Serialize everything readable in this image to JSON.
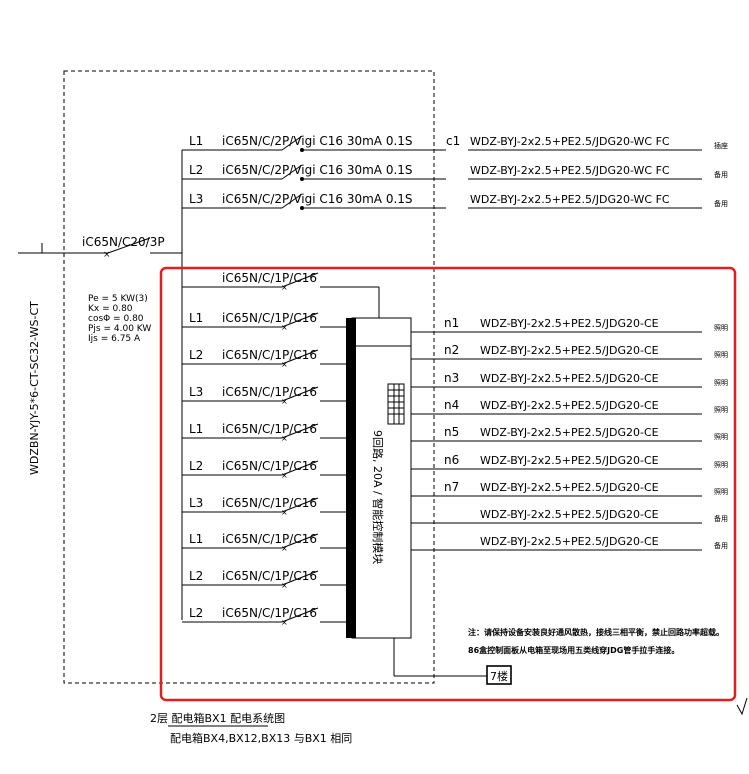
{
  "feeder": {
    "cable": "WDZBN-YJY-5*6-CT-SC32-WS-CT",
    "main_breaker": "iC65N/C20/3P",
    "calc": [
      "Pe = 5 KW(3)",
      "Kx = 0.80",
      "cosΦ = 0.80",
      "Pjs = 4.00 KW",
      "Ijs = 6.75 A"
    ]
  },
  "top_circuits": [
    {
      "phase": "L1",
      "breaker": "iC65N/C/2P/Vigi C16 30mA 0.1S",
      "id": "c1",
      "cable": "WDZ-BYJ-2x2.5+PE2.5/JDG20-WC FC",
      "load": "插座"
    },
    {
      "phase": "L2",
      "breaker": "iC65N/C/2P/Vigi C16 30mA 0.1S",
      "id": "",
      "cable": "WDZ-BYJ-2x2.5+PE2.5/JDG20-WC FC",
      "load": "备用"
    },
    {
      "phase": "L3",
      "breaker": "iC65N/C/2P/Vigi C16 30mA 0.1S",
      "id": "",
      "cable": "WDZ-BYJ-2x2.5+PE2.5/JDG20-WC FC",
      "load": "备用"
    }
  ],
  "bus_breakers": [
    {
      "phase": "",
      "label": "iC65N/C/1P/C16"
    },
    {
      "phase": "L1",
      "label": "iC65N/C/1P/C16"
    },
    {
      "phase": "L2",
      "label": "iC65N/C/1P/C16"
    },
    {
      "phase": "L3",
      "label": "iC65N/C/1P/C16"
    },
    {
      "phase": "L1",
      "label": "iC65N/C/1P/C16"
    },
    {
      "phase": "L2",
      "label": "iC65N/C/1P/C16"
    },
    {
      "phase": "L3",
      "label": "iC65N/C/1P/C16"
    },
    {
      "phase": "L1",
      "label": "iC65N/C/1P/C16"
    },
    {
      "phase": "L2",
      "label": "iC65N/C/1P/C16"
    },
    {
      "phase": "L2",
      "label": "iC65N/C/1P/C16"
    }
  ],
  "module_label": "9回路, 20A / 智能控制模块",
  "out_circuits": [
    {
      "id": "n1",
      "cable": "WDZ-BYJ-2x2.5+PE2.5/JDG20-CE",
      "load": "照明"
    },
    {
      "id": "n2",
      "cable": "WDZ-BYJ-2x2.5+PE2.5/JDG20-CE",
      "load": "照明"
    },
    {
      "id": "n3",
      "cable": "WDZ-BYJ-2x2.5+PE2.5/JDG20-CE",
      "load": "照明"
    },
    {
      "id": "n4",
      "cable": "WDZ-BYJ-2x2.5+PE2.5/JDG20-CE",
      "load": "照明"
    },
    {
      "id": "n5",
      "cable": "WDZ-BYJ-2x2.5+PE2.5/JDG20-CE",
      "load": "照明"
    },
    {
      "id": "n6",
      "cable": "WDZ-BYJ-2x2.5+PE2.5/JDG20-CE",
      "load": "照明"
    },
    {
      "id": "n7",
      "cable": "WDZ-BYJ-2x2.5+PE2.5/JDG20-CE",
      "load": "照明"
    },
    {
      "id": "",
      "cable": "WDZ-BYJ-2x2.5+PE2.5/JDG20-CE",
      "load": "备用"
    },
    {
      "id": "",
      "cable": "WDZ-BYJ-2x2.5+PE2.5/JDG20-CE",
      "load": "备用"
    }
  ],
  "note_line1": "注：请保持设备安装良好通风散热，接线三相平衡，禁止回路功率超载。",
  "note_line2": "86盒控制面板从电箱至现场用五类线穿JDG管手拉手连接。",
  "panel_tag": "7楼",
  "caption_line1": "2层 配电箱BX1 配电系统图",
  "caption_line2": "配电箱BX4,BX12,BX13 与BX1 相同",
  "highlight_color": "#e02020"
}
